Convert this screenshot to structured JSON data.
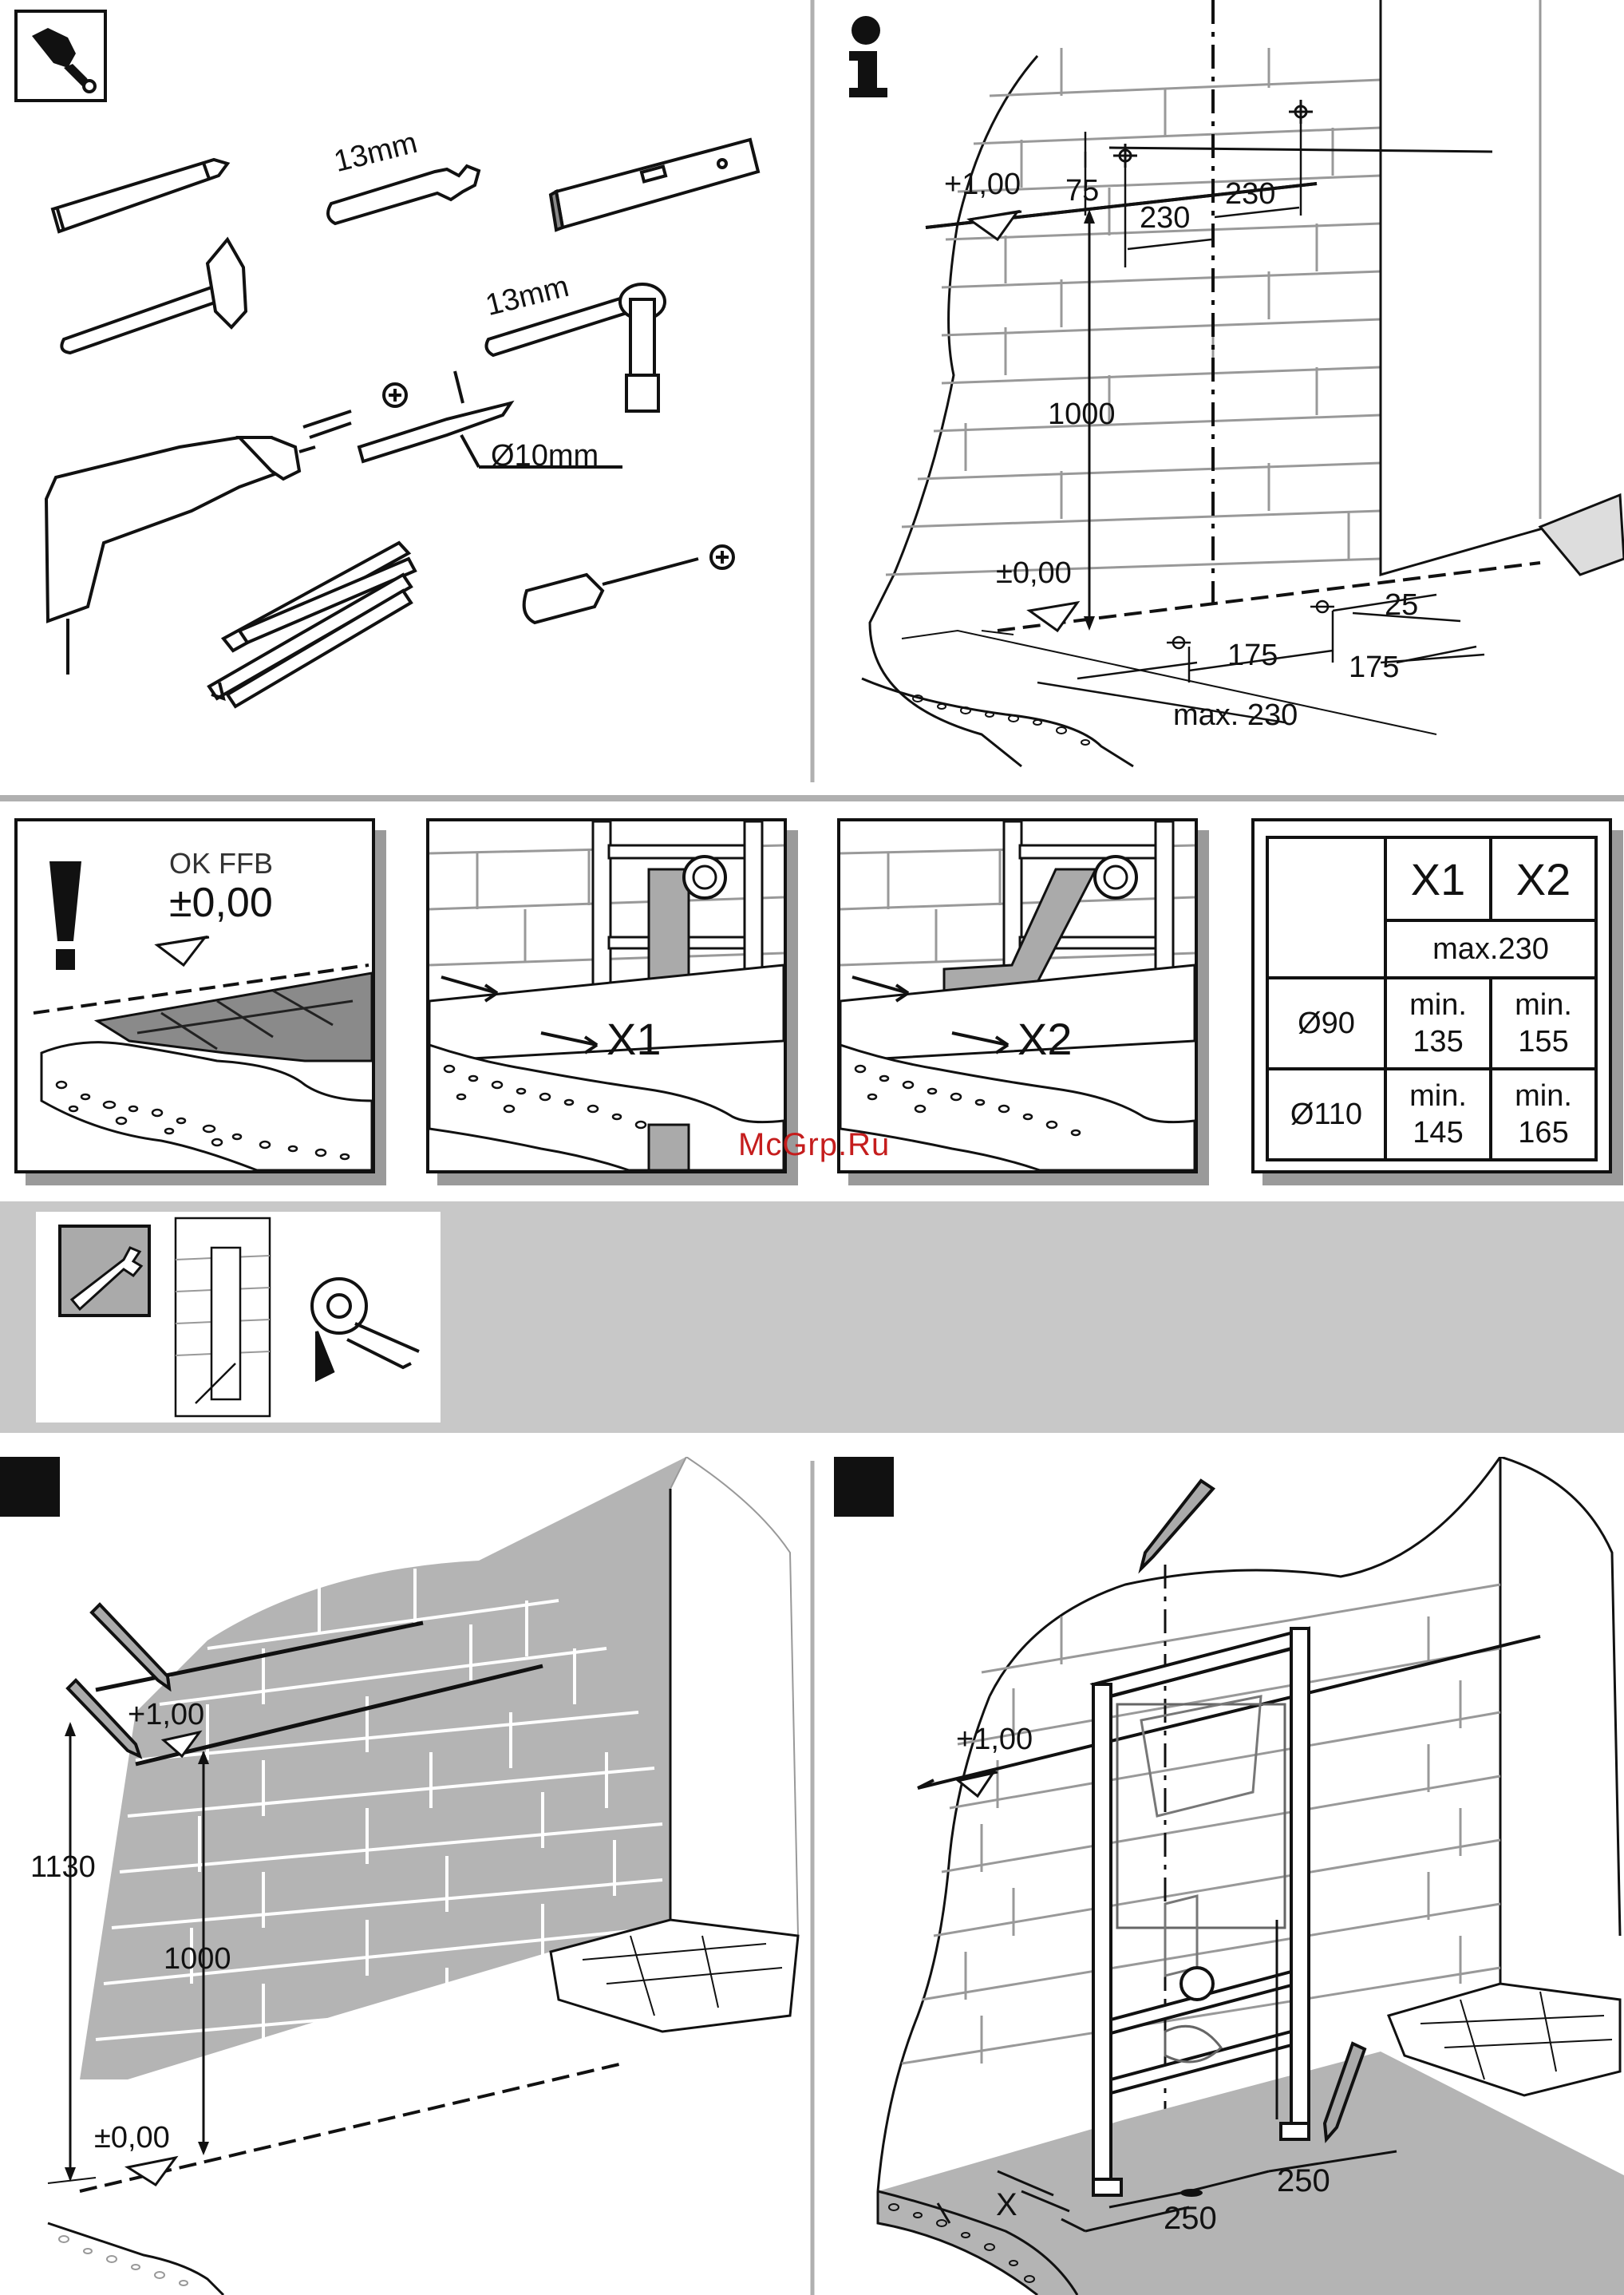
{
  "tools": {
    "wrench_size": "13mm",
    "socket_wrench_size": "13mm",
    "drill_bit_diameter": "Ø10mm"
  },
  "info_section": {
    "level_top": "+1,00",
    "dim_75": "75",
    "dim_230_left": "230",
    "dim_230_right": "230",
    "dim_1000": "1000",
    "level_zero": "±0,00",
    "dim_25": "25",
    "dim_175_left": "175",
    "dim_175_right": "175",
    "dim_max230": "max. 230"
  },
  "warning_panel": {
    "title": "OK FFB",
    "level": "±0,00"
  },
  "panel_x1": {
    "label": "X1"
  },
  "panel_x2": {
    "label": "X2"
  },
  "dimension_table": {
    "headers": [
      "X1",
      "X2"
    ],
    "subheader": "max.230",
    "rows": [
      {
        "diameter": "Ø90",
        "x1": "min. 135",
        "x2": "min. 155"
      },
      {
        "diameter": "Ø110",
        "x1": "min. 145",
        "x2": "min. 165"
      }
    ]
  },
  "step_left": {
    "level_top": "+1,00",
    "dim_1130": "1130",
    "dim_1000": "1000",
    "level_zero": "±0,00"
  },
  "step_right": {
    "level_top": "+1,00",
    "dim_x": "X",
    "dim_250_left": "250",
    "dim_250_right": "250"
  },
  "watermark": "McGrp.Ru",
  "colors": {
    "line": "#111111",
    "gray_band": "#c8c8c8",
    "wall_gray": "#b4b4b4",
    "watermark": "#c51d1d"
  }
}
